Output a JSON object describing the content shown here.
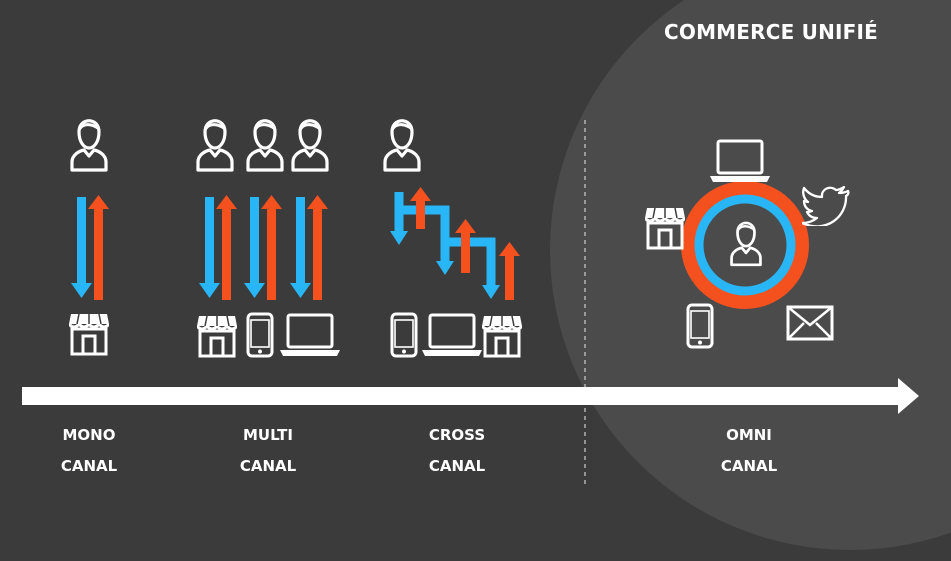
{
  "title": "COMMERCE UNIFIÉ",
  "colors": {
    "background": "#3b3b3b",
    "circle": "#4b4b4b",
    "blue": "#29b6f6",
    "red": "#f4511e",
    "white": "#ffffff"
  },
  "stages": [
    {
      "line1": "MONO",
      "line2": "CANAL"
    },
    {
      "line1": "MULTI",
      "line2": "CANAL"
    },
    {
      "line1": "CROSS",
      "line2": "CANAL"
    },
    {
      "line1": "OMNI",
      "line2": "CANAL"
    }
  ]
}
